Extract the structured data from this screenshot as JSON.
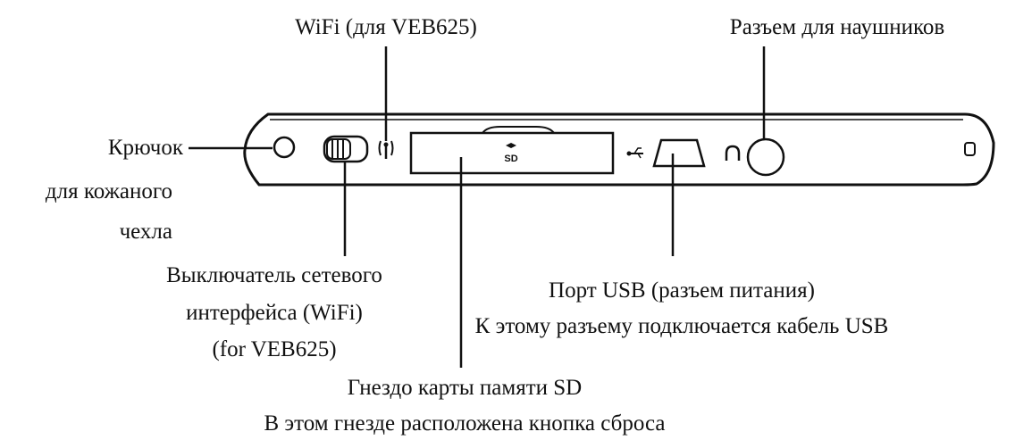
{
  "labels": {
    "wifi_antenna": "WiFi (для VEB625)",
    "headphone_jack": "Разъем для наушников",
    "hook": [
      "Крючок",
      "для кожаного",
      "чехла"
    ],
    "wifi_switch": [
      "Выключатель сетевого",
      "интерфейса (WiFi)",
      "(for VEB625)"
    ],
    "usb_port": [
      "Порт USB (разъем питания)",
      "К этому разъему подключается кабель USB"
    ],
    "sd_slot": [
      "Гнездо карты памяти SD",
      "В этом гнезде расположена кнопка сброса"
    ]
  },
  "icons": {
    "sd_logo": "sd-card-logo",
    "usb_symbol": "usb-icon",
    "headphone_symbol": "headphone-icon",
    "wifi_symbol": "wifi-antenna-icon"
  },
  "colors": {
    "line": "#111111",
    "background": "#ffffff"
  }
}
